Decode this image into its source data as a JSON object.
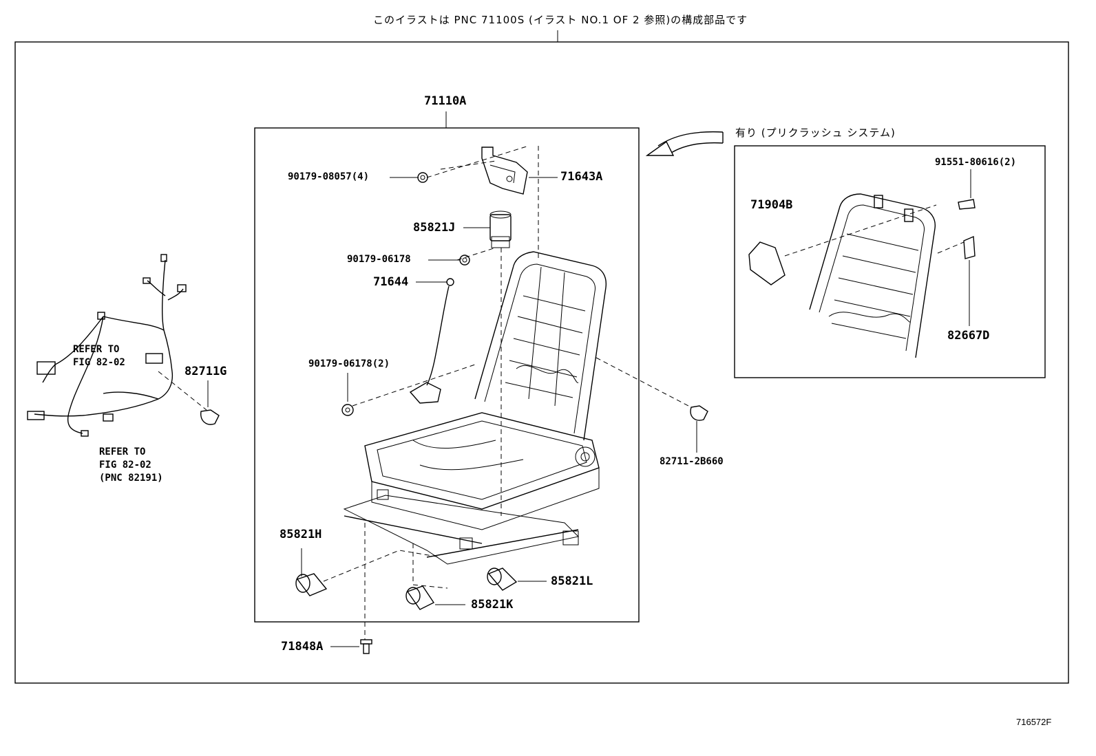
{
  "header_note": "このイラストは PNC 71100S (イラスト NO.1 OF 2 参照)の構成部品です",
  "assembly_label": "71110A",
  "inset_caption": "有り (プリクラッシュ システム)",
  "part_labels": {
    "p90179_08057": "90179-08057(4)",
    "p71643A": "71643A",
    "p85821J": "85821J",
    "p90179_06178": "90179-06178",
    "p71644": "71644",
    "p90179_06178_2": "90179-06178(2)",
    "p85821H": "85821H",
    "p85821L": "85821L",
    "p85821K": "85821K",
    "p71848A": "71848A",
    "p82711G": "82711G",
    "p82711_2B660": "82711-2B660",
    "p91551_80616": "91551-80616(2)",
    "p71904B": "71904B",
    "p82667D": "82667D"
  },
  "refer_notes": {
    "note1_line1": "REFER TO",
    "note1_line2": "FIG 82-02",
    "note2_line1": "REFER TO",
    "note2_line2": "FIG 82-02",
    "note2_line3": "(PNC 82191)"
  },
  "figure_code": "716572F",
  "icons": [
    "seat-frame-drawing",
    "wire-harness-drawing",
    "seatback-frame-inset-drawing",
    "arrow-icon"
  ]
}
